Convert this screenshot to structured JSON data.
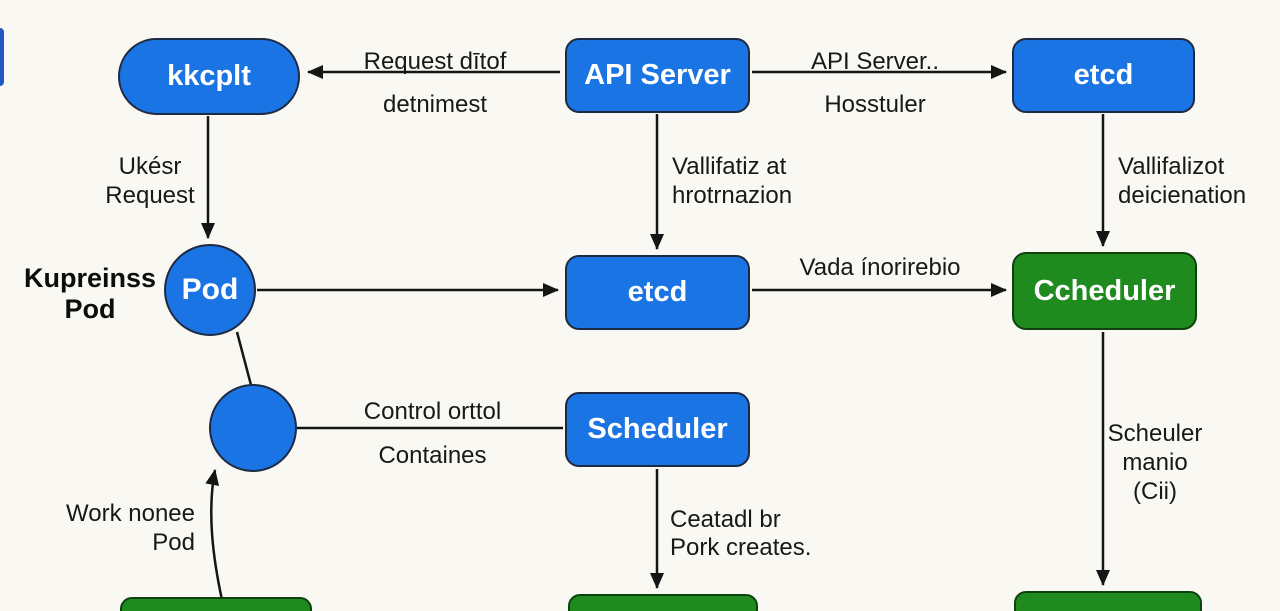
{
  "colors": {
    "node_blue": "#1b74e4",
    "node_green": "#1f8b1f",
    "edge_stroke": "#151515",
    "background": "#f9f8f3"
  },
  "nodes": {
    "kkcplt": {
      "label": "kkcplt"
    },
    "api_server": {
      "label": "API Server"
    },
    "etcd_top": {
      "label": "etcd"
    },
    "pod": {
      "label": "Pod"
    },
    "etcd_mid": {
      "label": "etcd"
    },
    "ccheduler": {
      "label": "Ccheduler"
    },
    "scheduler": {
      "label": "Scheduler"
    }
  },
  "labels": {
    "request": {
      "line1": "Request dītof",
      "line2": "detnimest"
    },
    "api_to_etcd": {
      "line1": "API Server..",
      "line2": "Hosstuler"
    },
    "user_request": {
      "line1": "Ukésr",
      "line2": "Request"
    },
    "validation_mid": {
      "line1": "Vallifatiz at",
      "line2": "hrotrnazion"
    },
    "validation_right": {
      "line1": "Vallifalizot",
      "line2": "deicienation"
    },
    "kupreinss": {
      "line1": "Kupreinss",
      "line2": "Pod"
    },
    "vada": {
      "text": "Vada ínorirebio"
    },
    "control": {
      "line1": "Control orttol",
      "line2": "Containes"
    },
    "work_node": {
      "line1": "Work nonee",
      "line2": "Pod"
    },
    "ceatadl": {
      "line1": "Ceatadl br",
      "line2": "Pork creates."
    },
    "scheuler": {
      "line1": "Scheuler",
      "line2": "manio",
      "line3": "(Cii)"
    }
  }
}
